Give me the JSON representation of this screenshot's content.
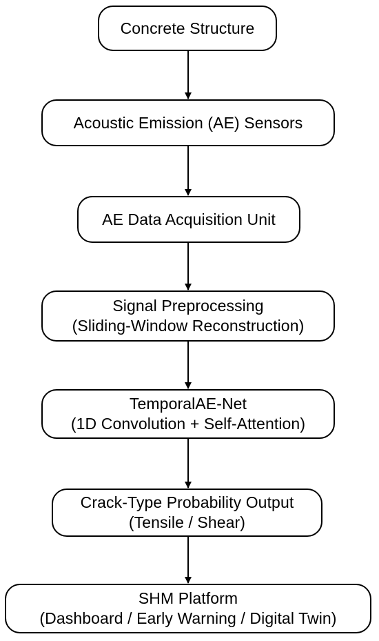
{
  "diagram": {
    "nodes": [
      {
        "id": "concrete-structure",
        "lines": [
          "Concrete Structure"
        ]
      },
      {
        "id": "ae-sensors",
        "lines": [
          "Acoustic Emission (AE) Sensors"
        ]
      },
      {
        "id": "ae-daq",
        "lines": [
          "AE Data Acquisition Unit"
        ]
      },
      {
        "id": "signal-preprocessing",
        "lines": [
          "Signal Preprocessing",
          "(Sliding-Window Reconstruction)"
        ]
      },
      {
        "id": "temporal-ae-net",
        "lines": [
          "TemporalAE-Net",
          "(1D Convolution + Self-Attention)"
        ]
      },
      {
        "id": "crack-type-output",
        "lines": [
          "Crack-Type Probability Output",
          "(Tensile / Shear)"
        ]
      },
      {
        "id": "shm-platform",
        "lines": [
          "SHM Platform",
          "(Dashboard / Early Warning / Digital Twin)"
        ]
      }
    ],
    "edges": [
      {
        "from": "concrete-structure",
        "to": "ae-sensors"
      },
      {
        "from": "ae-sensors",
        "to": "ae-daq"
      },
      {
        "from": "ae-daq",
        "to": "signal-preprocessing"
      },
      {
        "from": "signal-preprocessing",
        "to": "temporal-ae-net"
      },
      {
        "from": "temporal-ae-net",
        "to": "crack-type-output"
      },
      {
        "from": "crack-type-output",
        "to": "shm-platform"
      }
    ]
  }
}
